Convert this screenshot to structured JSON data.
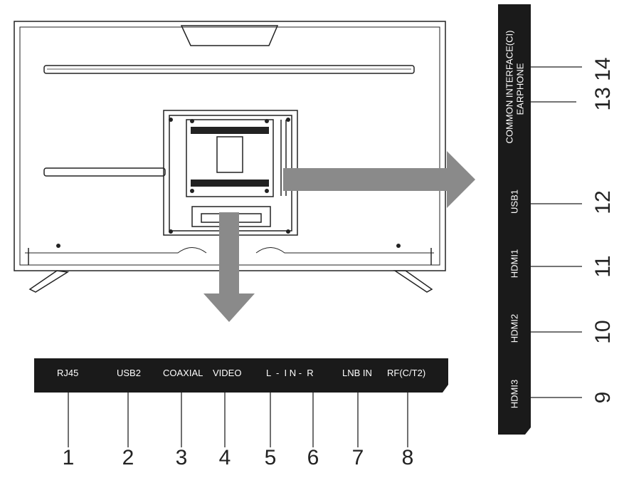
{
  "colors": {
    "panel": "#1a1a1a",
    "arrow": "#8a8a8a",
    "line": "#222222",
    "label_text": "#ffffff"
  },
  "bottom_panel": {
    "labels": [
      "RJ45",
      "USB2",
      "COAXIAL",
      "VIDEO",
      "L  -  I N -  R",
      "LNB IN",
      "RF(C/T2)"
    ],
    "numbers": [
      "1",
      "2",
      "3",
      "4",
      "5",
      "6",
      "7",
      "8"
    ]
  },
  "side_panel": {
    "labels": {
      "common_interface": "COMMON INTERFACE(CI)",
      "earphone": "EARPHONE",
      "usb1": "USB1",
      "hdmi1": "HDMI1",
      "hdmi2": "HDMI2",
      "hdmi3": "HDMI3"
    },
    "numbers": [
      "13 14",
      "12",
      "11",
      "10",
      "9"
    ]
  },
  "icons": {
    "down_arrow": "arrow-down",
    "right_arrow": "arrow-right"
  }
}
